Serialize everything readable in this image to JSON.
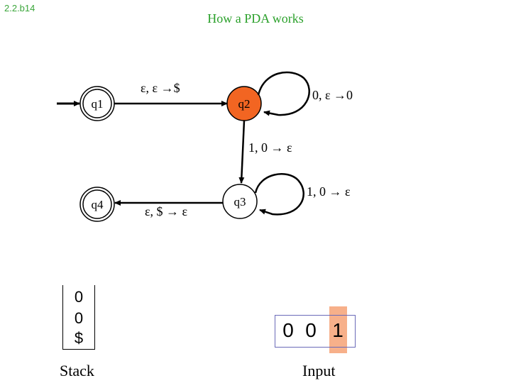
{
  "header": {
    "slide_id": "2.2.b14",
    "title": "How a PDA works"
  },
  "states": {
    "q1": "q1",
    "q2": "q2",
    "q3": "q3",
    "q4": "q4"
  },
  "transitions": {
    "q1_q2": "ε, ε →$",
    "q2_loop": "0, ε →0",
    "q2_q3": "1, 0 → ε",
    "q3_loop": "1, 0 → ε",
    "q3_q4": "ε, $ → ε"
  },
  "stack": {
    "cells": [
      "0",
      "0",
      "$"
    ],
    "label": "Stack"
  },
  "input": {
    "symbols": [
      "0",
      "0",
      "1"
    ],
    "current_index": 2,
    "label": "Input"
  },
  "colors": {
    "active_state": "#f26522",
    "title": "#2aa02a",
    "input_highlight": "#f7b08a"
  }
}
